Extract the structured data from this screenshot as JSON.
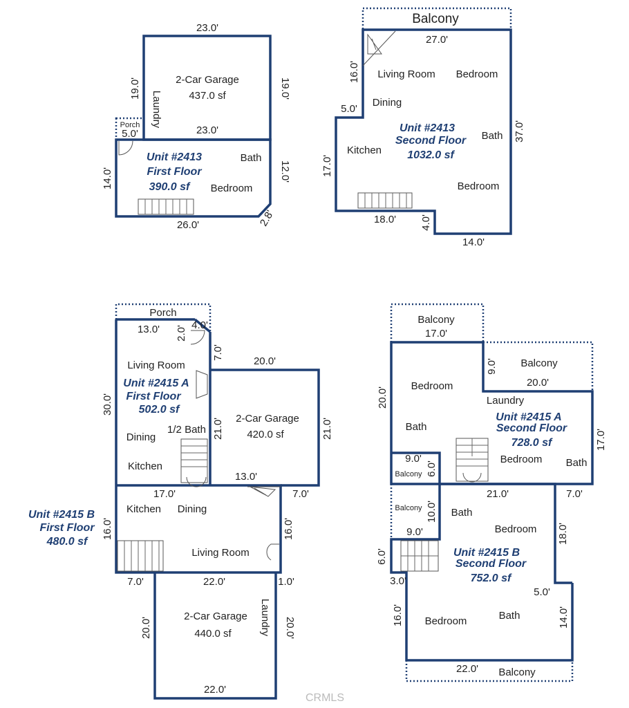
{
  "plan_2413_first": {
    "garage": "2-Car Garage",
    "garage_area": "437.0 sf",
    "laundry": "Laundry",
    "porch": "Porch",
    "bath": "Bath",
    "bedroom": "Bedroom",
    "unit": "Unit #2413",
    "floor": "First Floor",
    "area": "390.0 sf",
    "dims": {
      "top": "23.0'",
      "left_g": "19.0'",
      "right_g": "19.0'",
      "mid": "23.0'",
      "porch": "5.0'",
      "left": "14.0'",
      "right": "12.0'",
      "bottom": "26.0'",
      "corner": "2.8'"
    }
  },
  "plan_2413_second": {
    "balcony": "Balcony",
    "living": "Living Room",
    "bedroom1": "Bedroom",
    "dining": "Dining",
    "kitchen": "Kitchen",
    "bath": "Bath",
    "bedroom2": "Bedroom",
    "unit": "Unit #2413",
    "floor": "Second Floor",
    "area": "1032.0 sf",
    "dims": {
      "top": "27.0'",
      "left_up": "16.0'",
      "step": "5.0'",
      "left": "17.0'",
      "right": "37.0'",
      "bottom": "18.0'",
      "notch": "4.0'",
      "bottom_r": "14.0'"
    }
  },
  "plan_2415_first": {
    "porch": "Porch",
    "living": "Living Room",
    "unitA": "Unit #2415 A",
    "floorA": "First Floor",
    "areaA": "502.0 sf",
    "garage1": "2-Car Garage",
    "garage1_area": "420.0 sf",
    "dining": "Dining",
    "halfbath": "1/2 Bath",
    "kitchen": "Kitchen",
    "kitchenB": "Kitchen",
    "diningB": "Dining",
    "livingB": "Living Room",
    "unitB": "Unit #2415 B",
    "floorB": "First Floor",
    "areaB": "480.0 sf",
    "garage2": "2-Car Garage",
    "garage2_area": "440.0 sf",
    "laundry": "Laundry",
    "dims": {
      "d13": "13.0'",
      "d4": "4.0'",
      "d2": "2.0'",
      "d7a": "7.0'",
      "d20": "20.0'",
      "d30": "30.0'",
      "d21a": "21.0'",
      "d21b": "21.0'",
      "d13b": "13.0'",
      "d17": "17.0'",
      "d7b": "7.0'",
      "d16a": "16.0'",
      "d16b": "16.0'",
      "d7c": "7.0'",
      "d22a": "22.0'",
      "d1": "1.0'",
      "d20a": "20.0'",
      "d20b": "20.0'",
      "d22b": "22.0'"
    }
  },
  "plan_2415_second": {
    "balcony_top": "Balcony",
    "balcony_right": "Balcony",
    "bedroom1": "Bedroom",
    "laundry": "Laundry",
    "bath1": "Bath",
    "unitA": "Unit #2415 A",
    "floorA": "Second Floor",
    "areaA": "728.0 sf",
    "bedroom2": "Bedroom",
    "bath2": "Bath",
    "balcony_s1": "Balcony",
    "balcony_s2": "Balcony",
    "bath3": "Bath",
    "bedroom3": "Bedroom",
    "unitB": "Unit #2415 B",
    "floorB": "Second Floor",
    "areaB": "752.0 sf",
    "bedroom4": "Bedroom",
    "bath4": "Bath",
    "balcony_bottom": "Balcony",
    "dims": {
      "d17": "17.0'",
      "d9a": "9.0'",
      "d20a": "20.0'",
      "d20b": "20.0'",
      "d17r": "17.0'",
      "d9b": "9.0'",
      "d6a": "6.0'",
      "d21": "21.0'",
      "d7": "7.0'",
      "d10": "10.0'",
      "d9c": "9.0'",
      "d18": "18.0'",
      "d6b": "6.0'",
      "d3": "3.0'",
      "d5": "5.0'",
      "d16": "16.0'",
      "d14": "14.0'",
      "d22": "22.0'"
    }
  },
  "watermark": "CRMLS"
}
